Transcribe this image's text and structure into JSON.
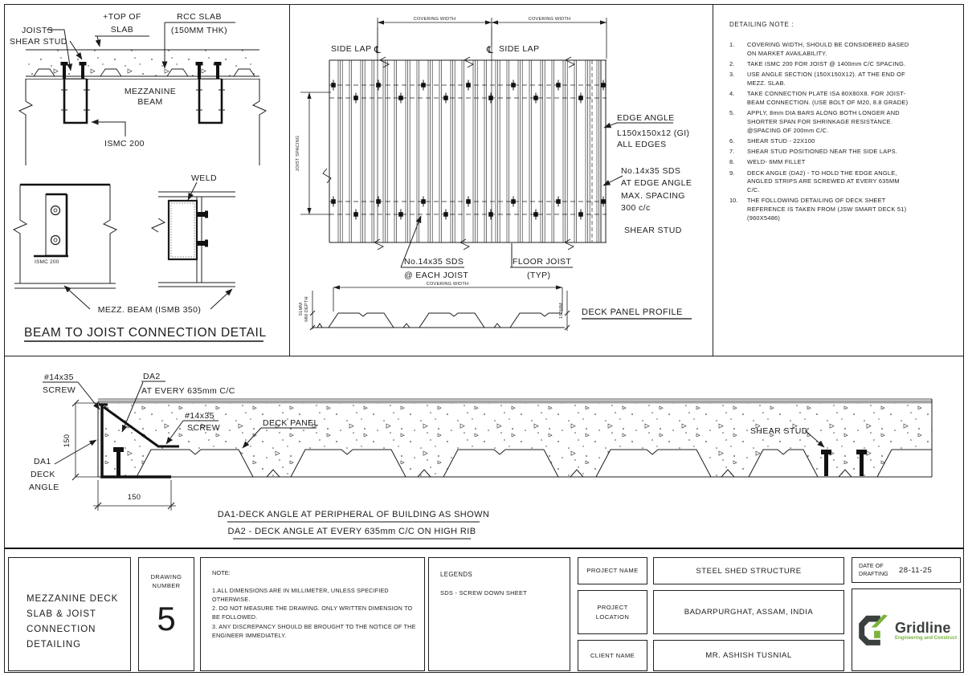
{
  "beam_detail": {
    "joists": "JOISTS",
    "shear_stud": "SHEAR STUD",
    "top_of_slab_1": "+TOP OF",
    "top_of_slab_2": "SLAB",
    "rcc_slab_1": "RCC SLAB",
    "rcc_slab_2": "(150MM THK)",
    "mezz_beam_1": "MEZZANINE",
    "mezz_beam_2": "BEAM",
    "ismc": "ISMC 200",
    "weld": "WELD",
    "ismc_small": "ISMC  200",
    "beam_callout": "MEZZ.  BEAM  (ISMB 350)",
    "title": "BEAM TO JOIST CONNECTION DETAIL"
  },
  "deck_plan": {
    "covering_width": "COVERING WIDTH",
    "side_lap": "SIDE LAP",
    "cl_symbol": "℄",
    "joist_spacing": "JOIST SPACING",
    "edge_angle_1": "EDGE ANGLE",
    "edge_angle_2": "L150x150x12 (GI)",
    "edge_angle_3": "ALL EDGES",
    "sds_edge_1": "No.14x35 SDS",
    "sds_edge_2": "AT EDGE ANGLE",
    "sds_edge_3": "MAX. SPACING",
    "sds_edge_4": "300 c/c",
    "shear_stud": "SHEAR STUD",
    "sds_joist_1": "No.14x35 SDS",
    "sds_joist_2": "@ EACH JOIST",
    "floor_joist_1": "FLOOR JOIST",
    "floor_joist_2": "(TYP)"
  },
  "deck_profile": {
    "covering_width": "COVERING WIDTH",
    "depth_1": "51MM",
    "depth_2": "MM DEPTH",
    "right_dim": "150MM",
    "title": "DECK PANEL PROFILE"
  },
  "detailing_note": {
    "title": "DETAILING NOTE :",
    "items": [
      {
        "n": "1.",
        "text": "COVERING WIDTH, SHOULD BE CONSIDERED BASED ON MARKET AVAILABILITY."
      },
      {
        "n": "2.",
        "text": "TAKE ISMC 200 FOR JOIST @ 1400mm C/C SPACING."
      },
      {
        "n": "3.",
        "text": "USE ANGLE SECTION (150X150X12). AT THE END OF MEZZ. SLAB."
      },
      {
        "n": "4.",
        "text": "TAKE CONNECTION PLATE ISA 80X80X8. FOR JOIST-BEAM CONNECTION. (USE BOLT OF M20, 8.8 GRADE)"
      },
      {
        "n": "5.",
        "text": "APPLY, 8mm DIA BARS ALONG BOTH LONGER AND SHORTER SPAN FOR SHRINKAGE RESISTANCE. @SPACING OF 200mm C/C."
      },
      {
        "n": "6.",
        "text": "SHEAR STUD - 22X100"
      },
      {
        "n": "7.",
        "text": "SHEAR STUD POSITIONED NEAR THE SIDE LAPS."
      },
      {
        "n": "8.",
        "text": "WELD- 6MM FILLET"
      },
      {
        "n": "9.",
        "text": "DECK ANGLE (DA2) - TO HOLD THE EDGE ANGLE, ANGLED STRIPS ARE SCREWED AT EVERY 635MM C/C."
      },
      {
        "n": "10.",
        "text": "THE FOLLOWING DETAILING OF DECK SHEET REFERENCE IS TAKEN FROM (JSW SMART DECK 51)  (960X5486)"
      }
    ]
  },
  "section": {
    "screw_top_1": "#14x35",
    "screw_top_2": "SCREW",
    "da2_1": "DA2",
    "da2_2": "AT EVERY 635mm C/C",
    "screw_mid_1": "#14x35",
    "screw_mid_2": "SCREW",
    "deck_panel": "DECK PANEL",
    "shear_stud": "SHEAR STUD",
    "da1_1": "DA1",
    "da1_2": "DECK",
    "da1_3": "ANGLE",
    "dim_v": "150",
    "dim_h": "150",
    "caption_1": "DA1-DECK ANGLE AT PERIPHERAL OF BUILDING AS SHOWN",
    "caption_2": "DA2 - DECK ANGLE AT EVERY 635mm C/C ON HIGH RIB"
  },
  "title_block": {
    "drawing_title_lines": [
      "MEZZANINE DECK",
      "SLAB & JOIST",
      "CONNECTION",
      "DETAILING"
    ],
    "number_label_1": "DRAWING",
    "number_label_2": "NUMBER",
    "number": "5",
    "note_title": "NOTE:",
    "note_lines": [
      "1.ALL DIMENSIONS ARE IN  MILLIMETER, UNLESS SPECIFIED OTHERWISE.",
      "2. DO NOT MEASURE THE DRAWING. ONLY WRITTEN DIMENSION TO BE FOLLOWED.",
      "3. ANY DISCREPANCY SHOULD BE BROUGHT TO THE NOTICE OF THE ENGINEER IMMEDIATELY."
    ],
    "legends_title": "LEGENDS",
    "legends_item": "SDS - SCREW DOWN SHEET",
    "project_name_label": "PROJECT NAME",
    "project_name": "STEEL SHED STRUCTURE",
    "project_location_label_1": "PROJECT",
    "project_location_label_2": "LOCATION",
    "project_location": "BADARPURGHAT, ASSAM, INDIA",
    "client_name_label": "CLIENT NAME",
    "client_name": "MR. ASHISH TUSNIAL",
    "date_label_1": "DATE OF",
    "date_label_2": "DRAFTING",
    "date_value": "28-11-25",
    "logo_name": "Gridline",
    "logo_tagline": "Engineering and Construct",
    "colors": {
      "logo_green": "#7ab33a",
      "logo_dark": "#3b3f3e",
      "line": "#1c1c1c"
    }
  }
}
